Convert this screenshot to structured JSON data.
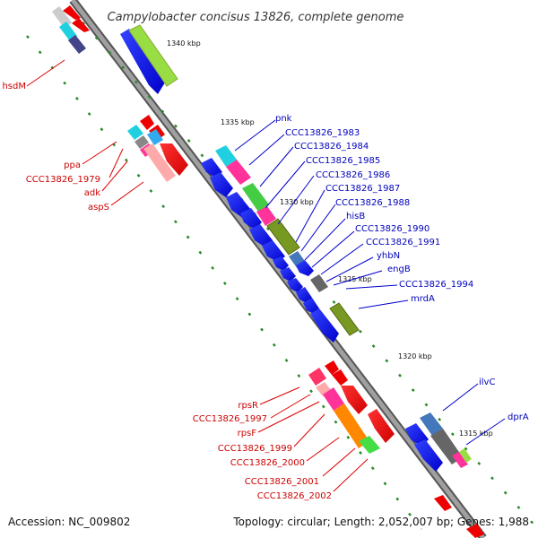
{
  "title": "Campylobacter concisus 13826, complete genome",
  "accession": "Accession: NC_009802",
  "summary": "Topology: circular; Length: 2,052,007 bp; Genes: 1,988",
  "colors": {
    "backbone": "#8a8a8a",
    "tick": "#2a8a2a",
    "forward_label": "#0000bb",
    "reverse_label": "#cc0000"
  },
  "ticks": [
    "1340 kbp",
    "1335 kbp",
    "1330 kbp",
    "1325 kbp",
    "1320 kbp",
    "1315 kbp"
  ],
  "forward_labels": [
    "pnk",
    "CCC13826_1983",
    "CCC13826_1984",
    "CCC13826_1985",
    "CCC13826_1986",
    "CCC13826_1987",
    "CCC13826_1988",
    "hisB",
    "CCC13826_1990",
    "CCC13826_1991",
    "yhbN",
    "engB",
    "CCC13826_1994",
    "mrdA",
    "ilvC",
    "dprA"
  ],
  "reverse_labels": [
    "hsdM",
    "ppa",
    "CCC13826_1979",
    "adk",
    "aspS",
    "rpsR",
    "CCC13826_1997",
    "rpsF",
    "CCC13826_1999",
    "CCC13826_2000",
    "CCC13826_2001",
    "CCC13826_2002"
  ]
}
